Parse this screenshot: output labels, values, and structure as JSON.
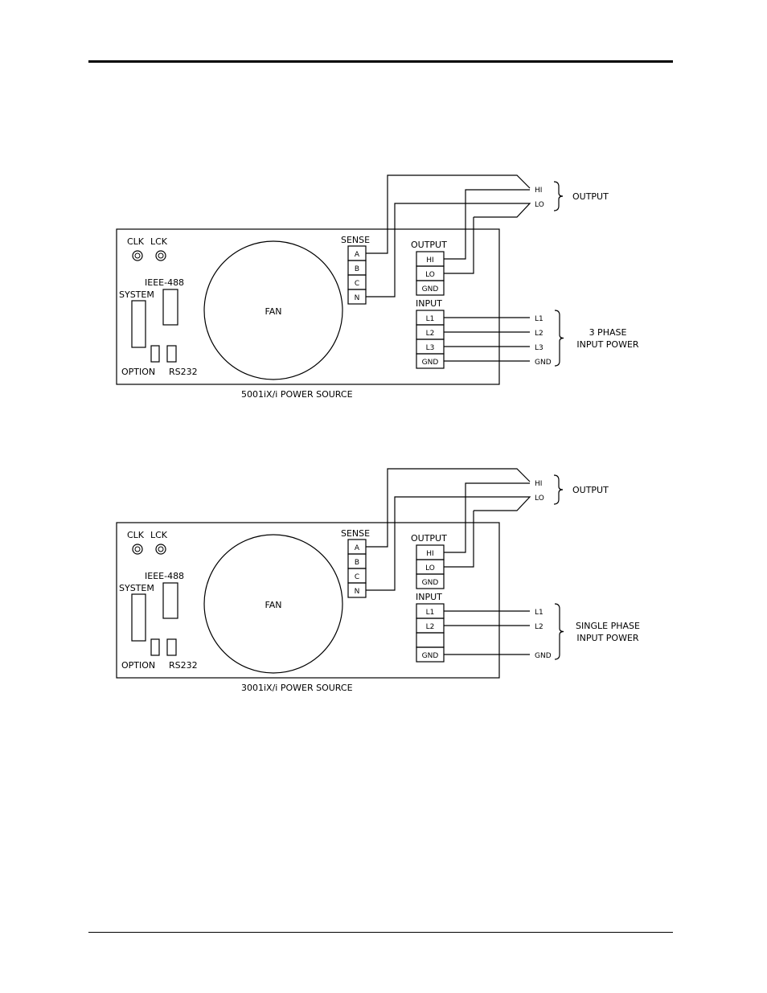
{
  "diagrams": [
    {
      "id": "top",
      "caption": "5001iX/i POWER SOURCE",
      "fan": "FAN",
      "clk": "CLK",
      "lck": "LCK",
      "ieee": "IEEE-488",
      "system": "SYSTEM",
      "option": "OPTION",
      "rs232": "RS232",
      "sense_title": "SENSE",
      "sense": [
        "A",
        "B",
        "C",
        "N"
      ],
      "output_title": "OUTPUT",
      "output": [
        "HI",
        "LO",
        "GND"
      ],
      "input_title": "INPUT",
      "input": [
        "L1",
        "L2",
        "L3",
        "GND"
      ],
      "ext_output": [
        "HI",
        "LO"
      ],
      "ext_output_label": "OUTPUT",
      "ext_input": [
        "L1",
        "L2",
        "L3",
        "GND"
      ],
      "ext_input_label_1": "3  PHASE",
      "ext_input_label_2": "INPUT POWER"
    },
    {
      "id": "bottom",
      "caption": "3001iX/i POWER SOURCE",
      "fan": "FAN",
      "clk": "CLK",
      "lck": "LCK",
      "ieee": "IEEE-488",
      "system": "SYSTEM",
      "option": "OPTION",
      "rs232": "RS232",
      "sense_title": "SENSE",
      "sense": [
        "A",
        "B",
        "C",
        "N"
      ],
      "output_title": "OUTPUT",
      "output": [
        "HI",
        "LO",
        "GND"
      ],
      "input_title": "INPUT",
      "input": [
        "L1",
        "L2",
        "",
        "GND"
      ],
      "ext_output": [
        "HI",
        "LO"
      ],
      "ext_output_label": "OUTPUT",
      "ext_input": [
        "L1",
        "L2",
        "",
        "GND"
      ],
      "ext_input_label_1": "SINGLE  PHASE",
      "ext_input_label_2": "INPUT POWER"
    }
  ]
}
